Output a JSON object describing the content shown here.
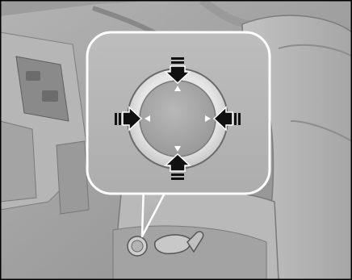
{
  "figure": {
    "description_text": "",
    "colors": {
      "background_dark": "#8f8f8f",
      "background_mid": "#a9a9a9",
      "background_light": "#c9c9c9",
      "callout_fill": "#b5b5b5",
      "ring_fill": "#d6d6d6",
      "inner_fill": "#a8a8a8",
      "arrow_black": "#111111",
      "frame": "#000000"
    },
    "controls": {
      "main_switch": "seat-adjust-switch",
      "lumbar_switch": "lumbar-support-switch",
      "recline_switch": "seat-recline-switch"
    },
    "arrows": [
      "up",
      "down",
      "left",
      "right"
    ]
  }
}
